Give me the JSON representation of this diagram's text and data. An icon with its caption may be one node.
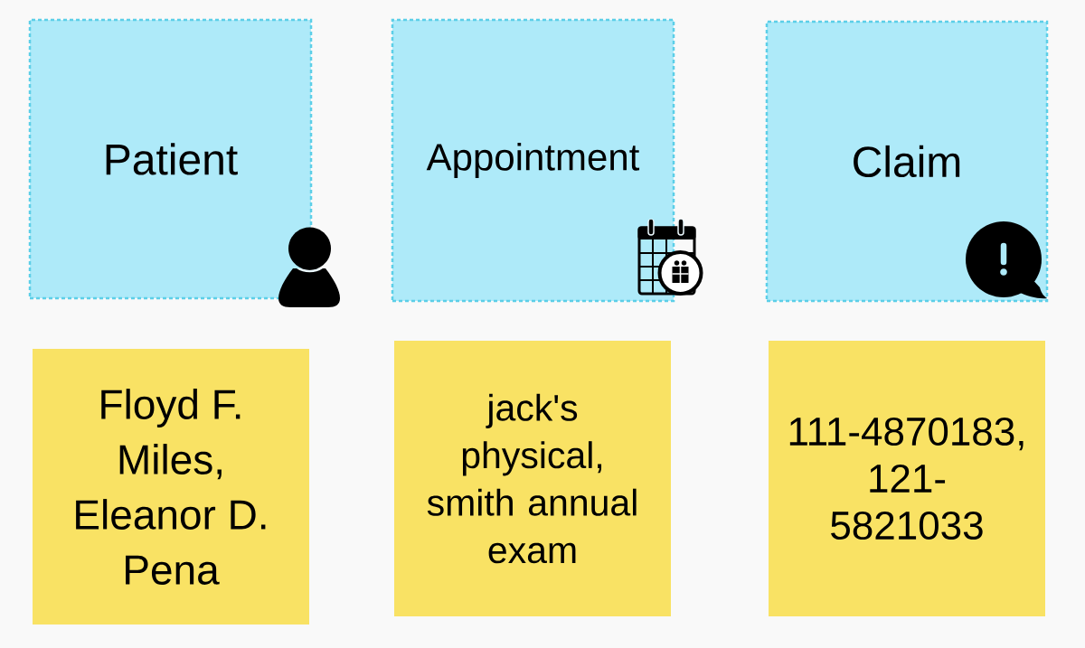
{
  "diagram": {
    "nodes": [
      {
        "text": [
          "Patient"
        ]
      },
      {
        "text": [
          "Appointment"
        ]
      },
      {
        "text": [
          "Claim"
        ]
      },
      {
        "text": [
          "Floyd F. Miles, Eleanor D. Pena"
        ]
      },
      {
        "text": [
          "jack's physical, smith annual exam"
        ]
      },
      {
        "text": [
          "111-4870183, 121-5821033"
        ]
      }
    ]
  }
}
